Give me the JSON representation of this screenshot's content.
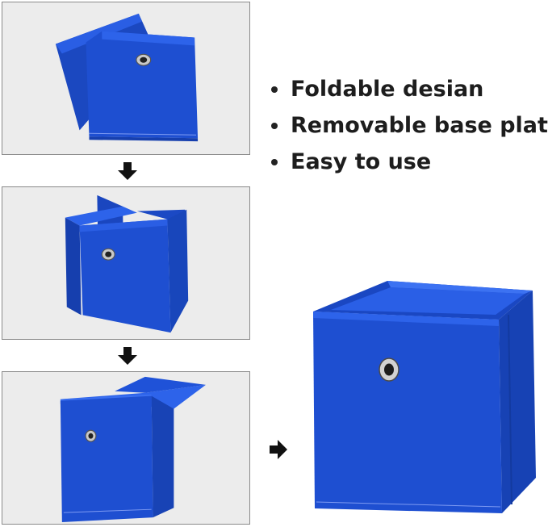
{
  "features": [
    "Foldable desian",
    "Removable base plate",
    "Easy to use"
  ],
  "colors": {
    "fabric": "#1e4fd1",
    "fabric_dark": "#163fae",
    "fabric_light": "#2d63ea",
    "panel_bg": "#ececec",
    "panel_border": "#8a8a8a",
    "text": "#1d1d1d"
  },
  "icons": {
    "step_arrow_down": "arrow-down-icon",
    "step_arrow_right": "arrow-right-icon",
    "grommet": "metal-grommet-icon"
  }
}
